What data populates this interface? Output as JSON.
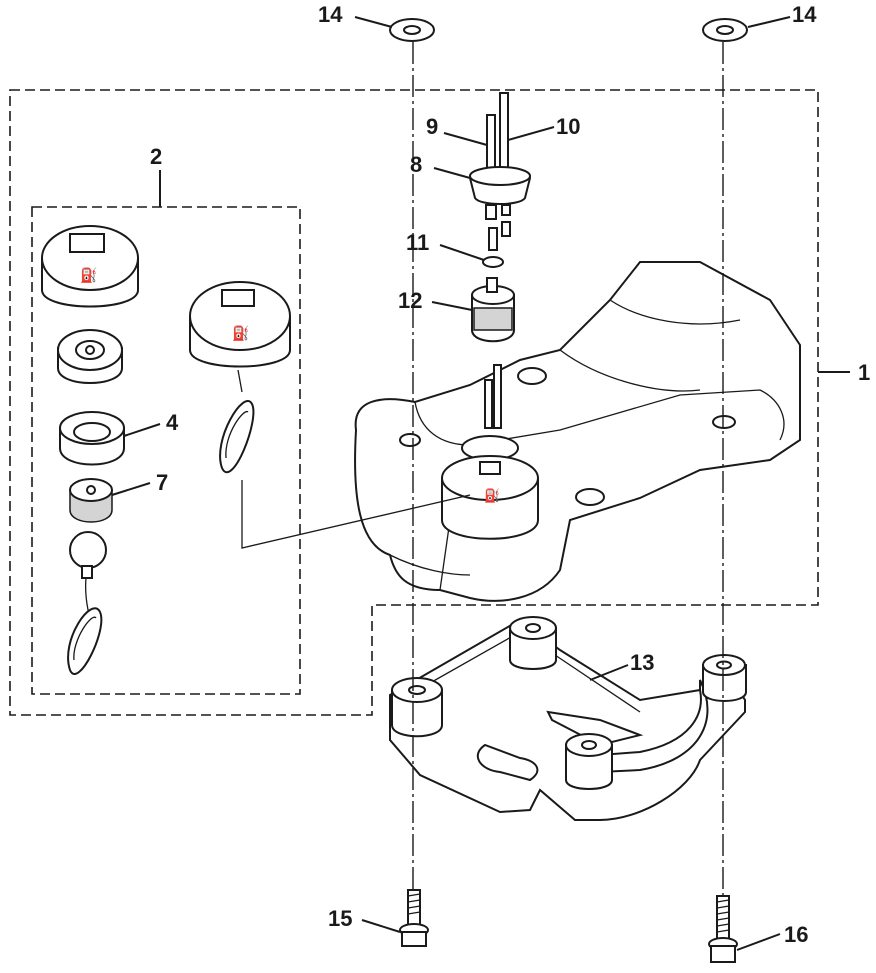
{
  "callouts": {
    "c1": "1",
    "c2": "2",
    "c4": "4",
    "c7": "7",
    "c8": "8",
    "c9": "9",
    "c10": "10",
    "c11": "11",
    "c12": "12",
    "c13": "13",
    "c14a": "14",
    "c14b": "14",
    "c15": "15",
    "c16": "16"
  }
}
